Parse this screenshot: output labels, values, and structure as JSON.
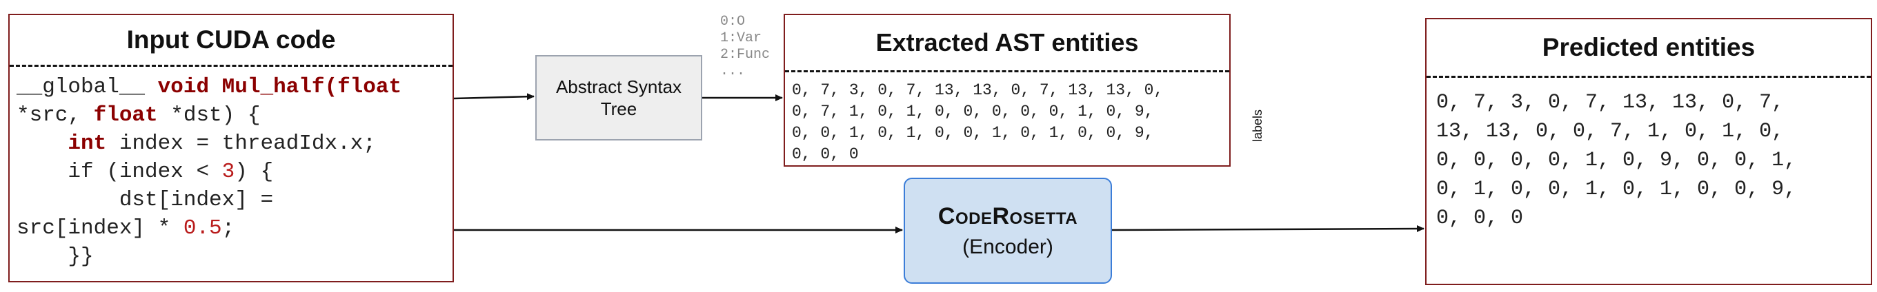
{
  "input_panel": {
    "title": "Input CUDA code",
    "code_lines": [
      [
        {
          "t": "__global__ ",
          "c": ""
        },
        {
          "t": "void Mul_half(float",
          "c": "kw"
        }
      ],
      [
        {
          "t": "*src, ",
          "c": ""
        },
        {
          "t": "float",
          "c": "kw"
        },
        {
          "t": " *dst) {",
          "c": ""
        }
      ],
      [
        {
          "t": "    ",
          "c": ""
        },
        {
          "t": "int",
          "c": "kw"
        },
        {
          "t": " index = threadIdx.x;",
          "c": ""
        }
      ],
      [
        {
          "t": "    if (index < ",
          "c": ""
        },
        {
          "t": "3",
          "c": "num"
        },
        {
          "t": ") {",
          "c": ""
        }
      ],
      [
        {
          "t": "        dst[index] =",
          "c": ""
        }
      ],
      [
        {
          "t": "src[index] * ",
          "c": ""
        },
        {
          "t": "0.5",
          "c": "num"
        },
        {
          "t": ";",
          "c": ""
        }
      ],
      [
        {
          "t": "    }}",
          "c": ""
        }
      ]
    ]
  },
  "ast_node": {
    "line1": "Abstract Syntax",
    "line2": "Tree"
  },
  "vocab_legend": [
    "0:O",
    "1:Var",
    "2:Func",
    "..."
  ],
  "ast_panel": {
    "title": "Extracted AST entities",
    "lines": [
      "0, 7, 3, 0, 7, 13, 13, 0, 7, 13, 13, 0,",
      "0, 7, 1, 0, 1, 0, 0, 0, 0, 0, 1, 0, 9,",
      "0, 0, 1, 0, 1, 0, 0, 1, 0, 1, 0, 0, 9,",
      "0, 0, 0"
    ],
    "side_label": "labels"
  },
  "encoder": {
    "name": "CodeRosetta",
    "sub": "(Encoder)"
  },
  "predicted_panel": {
    "title": "Predicted entities",
    "lines": [
      "0, 7, 3, 0, 7, 13, 13, 0, 7,",
      "13, 13, 0, 0, 7, 1, 0, 1, 0,",
      "0, 0, 0, 0, 1, 0, 9, 0, 0, 1,",
      "0, 1, 0, 0, 1, 0, 1, 0, 0, 9,",
      "0, 0, 0"
    ]
  },
  "colors": {
    "panel_border": "#7f1d1d",
    "encoder_fill": "#cfe0f2",
    "encoder_border": "#3b7dd8",
    "keyword": "#8b0000"
  }
}
